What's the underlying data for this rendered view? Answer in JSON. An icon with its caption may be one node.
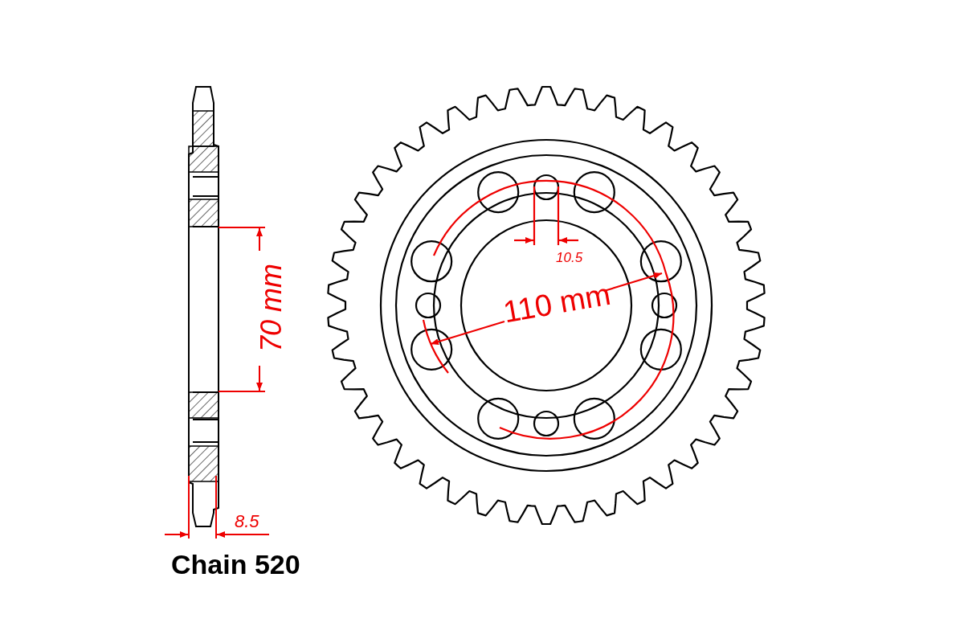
{
  "diagram": {
    "labels": [
      "70 mm",
      "10.5",
      "110 mm",
      "8.5",
      "Chain 520"
    ]
  }
}
